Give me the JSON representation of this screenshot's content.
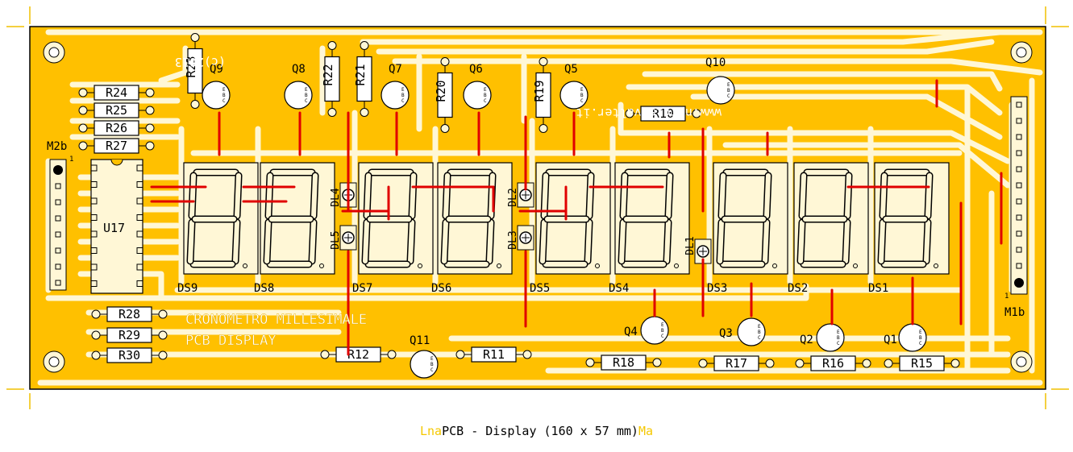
{
  "colors": {
    "board": "#ffc000",
    "copper": "#fff7d6",
    "trace": "#ffd75a",
    "jumper": "#e00000",
    "ink": "#000000",
    "silk_yellow": "#f0c000"
  },
  "copyright": "(c)2013",
  "website": "www.narcisivalter.it",
  "silk_title_1": "CRONOMETRO MILLESIMALE",
  "silk_title_2": "PCB DISPLAY",
  "caption": "PCB - Display (160 x 57 mm)",
  "caption_ghost_left": "Lna",
  "caption_ghost_right": "Ma",
  "resistors": [
    {
      "id": "R24",
      "label": "R24"
    },
    {
      "id": "R25",
      "label": "R25"
    },
    {
      "id": "R26",
      "label": "R26"
    },
    {
      "id": "R27",
      "label": "R27"
    },
    {
      "id": "R28",
      "label": "R28"
    },
    {
      "id": "R29",
      "label": "R29"
    },
    {
      "id": "R30",
      "label": "R30"
    },
    {
      "id": "R12",
      "label": "R12"
    },
    {
      "id": "R11",
      "label": "R11"
    },
    {
      "id": "R18",
      "label": "R18"
    },
    {
      "id": "R17",
      "label": "R17"
    },
    {
      "id": "R16",
      "label": "R16"
    },
    {
      "id": "R15",
      "label": "R15"
    },
    {
      "id": "R10",
      "label": "R10"
    },
    {
      "id": "R23",
      "label": "R23"
    },
    {
      "id": "R22",
      "label": "R22"
    },
    {
      "id": "R21",
      "label": "R21"
    },
    {
      "id": "R20",
      "label": "R20"
    },
    {
      "id": "R19",
      "label": "R19"
    }
  ],
  "transistors": [
    {
      "id": "Q9",
      "label": "Q9"
    },
    {
      "id": "Q8",
      "label": "Q8"
    },
    {
      "id": "Q7",
      "label": "Q7"
    },
    {
      "id": "Q6",
      "label": "Q6"
    },
    {
      "id": "Q5",
      "label": "Q5"
    },
    {
      "id": "Q10",
      "label": "Q10"
    },
    {
      "id": "Q11",
      "label": "Q11"
    },
    {
      "id": "Q4",
      "label": "Q4"
    },
    {
      "id": "Q3",
      "label": "Q3"
    },
    {
      "id": "Q2",
      "label": "Q2"
    },
    {
      "id": "Q1",
      "label": "Q1"
    }
  ],
  "transistor_pins": {
    "e": "E",
    "b": "B",
    "c": "C"
  },
  "displays": [
    {
      "id": "DS9",
      "label": "DS9"
    },
    {
      "id": "DS8",
      "label": "DS8"
    },
    {
      "id": "DS7",
      "label": "DS7"
    },
    {
      "id": "DS6",
      "label": "DS6"
    },
    {
      "id": "DS5",
      "label": "DS5"
    },
    {
      "id": "DS4",
      "label": "DS4"
    },
    {
      "id": "DS3",
      "label": "DS3"
    },
    {
      "id": "DS2",
      "label": "DS2"
    },
    {
      "id": "DS1",
      "label": "DS1"
    }
  ],
  "leds": [
    {
      "id": "DL4",
      "label": "DL4"
    },
    {
      "id": "DL5",
      "label": "DL5"
    },
    {
      "id": "DL2",
      "label": "DL2"
    },
    {
      "id": "DL3",
      "label": "DL3"
    },
    {
      "id": "DL1",
      "label": "DL1"
    }
  ],
  "ic": {
    "label": "U17"
  },
  "connectors": [
    {
      "id": "M2b",
      "label": "M2b",
      "pin1": "1"
    },
    {
      "id": "M1b",
      "label": "M1b",
      "pin1": "1"
    }
  ]
}
